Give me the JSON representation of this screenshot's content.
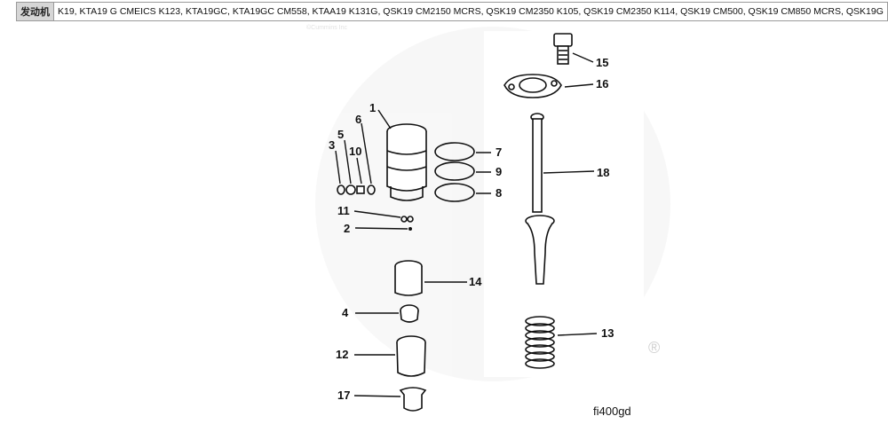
{
  "header": {
    "label": "发动机",
    "engines": "K19, KTA19 G CMEICS K123, KTA19GC, KTA19GC CM558, KTAA19 K131G, QSK19 CM2150 MCRS, QSK19 CM2350 K105, QSK19 CM2350 K114, QSK19 CM500, QSK19 CM850 MCRS, QSK19G"
  },
  "diagram": {
    "watermark": "©Cummins Inc",
    "figure_id": "fi400gd",
    "callouts": [
      "1",
      "2",
      "3",
      "4",
      "5",
      "6",
      "7",
      "8",
      "9",
      "10",
      "11",
      "12",
      "13",
      "14",
      "15",
      "16",
      "17",
      "18"
    ],
    "registered_mark": "®"
  }
}
